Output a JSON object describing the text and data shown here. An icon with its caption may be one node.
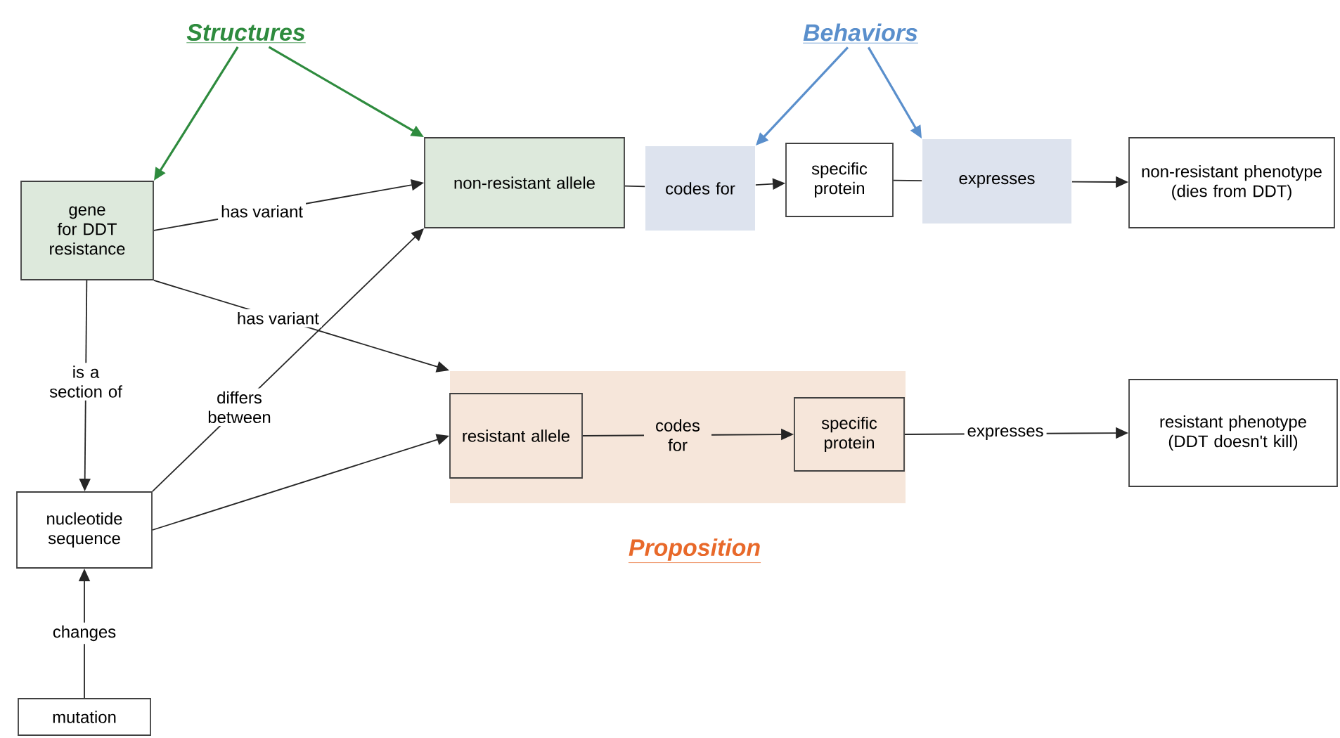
{
  "diagram": {
    "nodes": [
      {
        "text": [
          "gene for DDT resistance"
        ]
      },
      {
        "text": [
          "non-resistant allele"
        ]
      },
      {
        "text": [
          "codes for"
        ]
      },
      {
        "text": [
          "specific protein"
        ]
      },
      {
        "text": [
          "expresses"
        ]
      },
      {
        "text": [
          "non-resistant phenotype (dies from DDT)"
        ]
      },
      {
        "text": [],
        "shape": "box"
      },
      {
        "text": [
          "resistant allele"
        ],
        "in": 6
      },
      {
        "text": [
          "specific protein"
        ],
        "in": 6
      },
      {
        "text": [
          "resistant phenotype (DDT doesn't kill)"
        ]
      },
      {
        "text": [
          "nucleotide sequence"
        ]
      },
      {
        "text": [
          "mutation"
        ]
      },
      {
        "text": [
          "Structures"
        ]
      },
      {
        "text": [
          "Behaviors"
        ]
      }
    ],
    "edges": [
      {
        "from": 12,
        "to": 0,
        "arrow": "to",
        "color": "#2e8b3e"
      },
      {
        "from": 12,
        "to": 1,
        "arrow": "to",
        "color": "#2e8b3e"
      },
      {
        "from": 13,
        "to": 2,
        "arrow": "to",
        "color": "#5a8fcc"
      },
      {
        "from": 13,
        "to": 4,
        "arrow": "to",
        "color": "#5a8fcc"
      },
      {
        "from": 0,
        "to": 1,
        "label": "has variant",
        "arrow": "to"
      },
      {
        "from": 0,
        "to": 6,
        "label": "has variant",
        "arrow": "to"
      },
      {
        "from": 0,
        "to": 10,
        "label": "is a section of",
        "arrow": "to"
      },
      {
        "from": 10,
        "to": 1,
        "label": "differs between",
        "arrow": "to"
      },
      {
        "from": 10,
        "to": 7,
        "arrow": "to"
      },
      {
        "from": 11,
        "to": 10,
        "label": "changes",
        "arrow": "to"
      },
      {
        "from": 1,
        "to": 2,
        "arrow": "none"
      },
      {
        "from": 2,
        "to": 3,
        "arrow": "to"
      },
      {
        "from": 3,
        "to": 4,
        "arrow": "none"
      },
      {
        "from": 4,
        "to": 5,
        "arrow": "to"
      },
      {
        "from": 7,
        "to": 8,
        "label": "codes for",
        "arrow": "to"
      },
      {
        "from": 8,
        "to": 9,
        "label": "expresses",
        "arrow": "to"
      }
    ],
    "labels": [
      "Proposition"
    ]
  }
}
